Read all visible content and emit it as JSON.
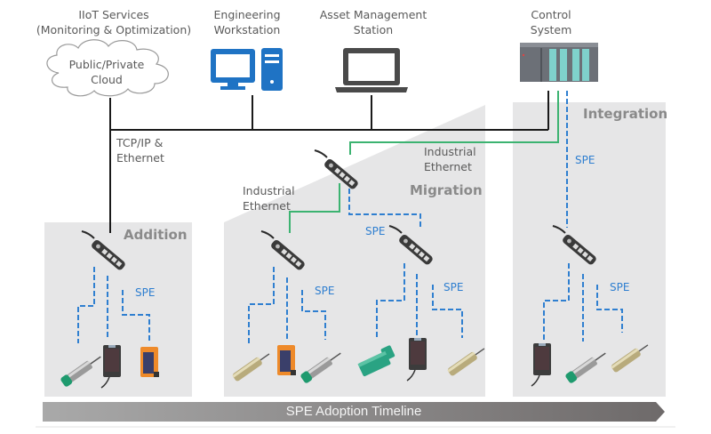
{
  "top_labels": {
    "iiot_services": [
      "IIoT Services",
      "(Monitoring & Optimization)"
    ],
    "cloud": [
      "Public/Private",
      "Cloud"
    ],
    "engineering_workstation": [
      "Engineering",
      "Workstation"
    ],
    "asset_management": [
      "Asset Management",
      "Station"
    ],
    "control_system": [
      "Control",
      "System"
    ]
  },
  "network_labels": {
    "tcpip": [
      "TCP/IP &",
      "Ethernet"
    ],
    "industrial_ethernet_upper": [
      "Industrial",
      "Ethernet"
    ],
    "industrial_ethernet_lower": [
      "Industrial",
      "Ethernet"
    ],
    "spe": "SPE"
  },
  "phases": {
    "addition": "Addition",
    "migration": "Migration",
    "integration": "Integration"
  },
  "timeline": {
    "label": "SPE Adoption Timeline"
  },
  "colors": {
    "ethernet_line": "#1a1a1a",
    "industrial_ethernet_line": "#3cb371",
    "spe_line": "#2f7fd0",
    "phase_panel": "#e6e6e7",
    "workstation_blue": "#1f73c4",
    "laptop_gray": "#4a4a4a",
    "timeline_start": "#a9a9a9",
    "timeline_end": "#6e6a6a"
  }
}
